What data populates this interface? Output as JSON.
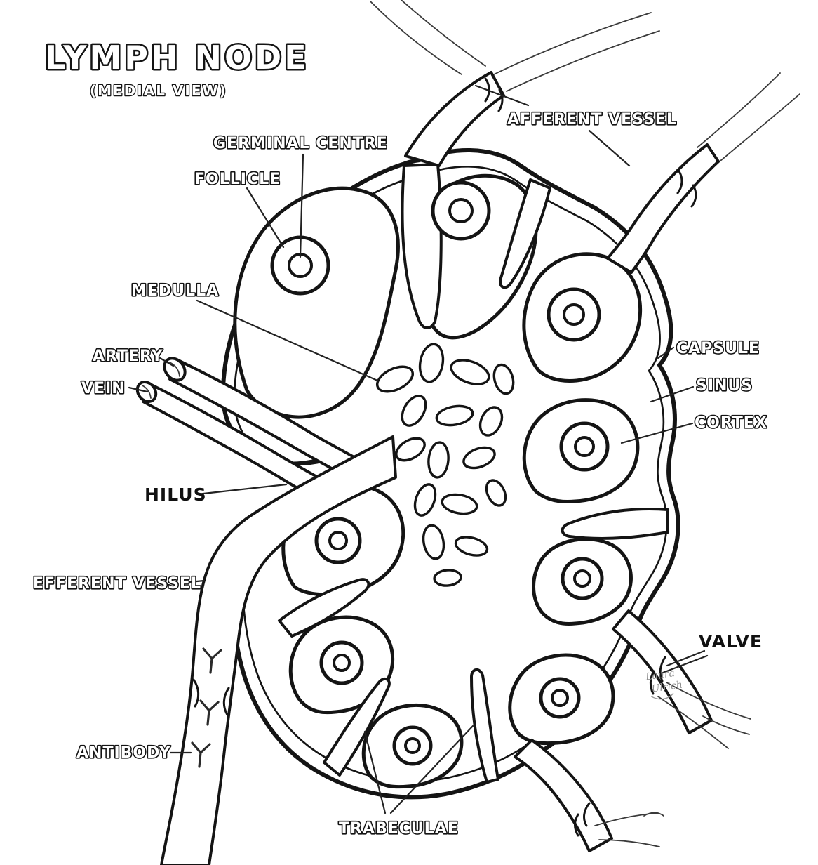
{
  "title": {
    "main": "LYMPH NODE",
    "subtitle": "(MEDIAL VIEW)"
  },
  "labels": {
    "germinal_centre": "GERMINAL CENTRE",
    "follicle": "FOLLICLE",
    "afferent_vessel": "AFFERENT VESSEL",
    "medulla": "MEDULLA",
    "artery": "ARTERY",
    "vein": "VEIN",
    "capsule": "CAPSULE",
    "sinus": "SINUS",
    "cortex": "CORTEX",
    "hilus": "HILUS",
    "efferent_vessel": "EFFERENT VESSEL",
    "valve": "VALVE",
    "antibody": "ANTIBODY",
    "trabeculae": "TRABECULAE"
  },
  "signature": {
    "line1": "Laura",
    "line2": "Ulrich"
  },
  "colors": {
    "ink": "#141414",
    "paper": "#ffffff",
    "leader": "#222222",
    "signature": "#8f8f8f"
  }
}
